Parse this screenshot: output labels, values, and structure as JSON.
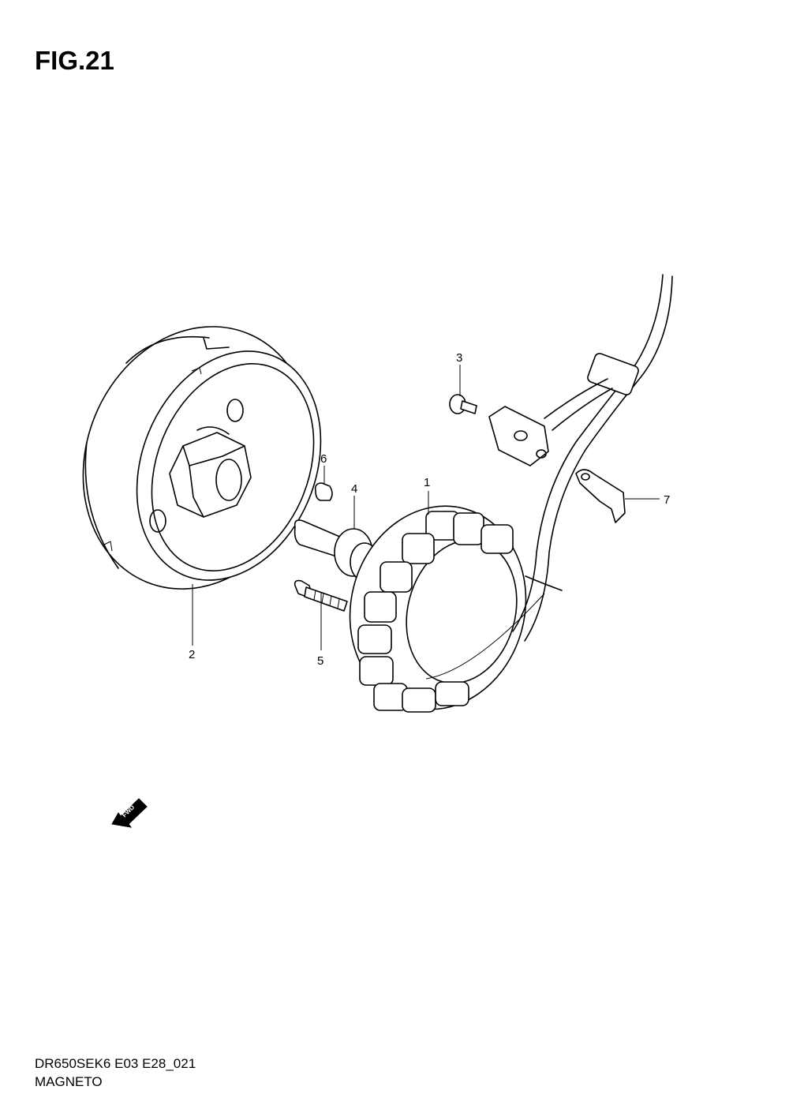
{
  "figure": {
    "title": "FIG.21"
  },
  "callouts": [
    {
      "id": "1",
      "label": "1"
    },
    {
      "id": "2",
      "label": "2"
    },
    {
      "id": "3",
      "label": "3"
    },
    {
      "id": "4",
      "label": "4"
    },
    {
      "id": "5",
      "label": "5"
    },
    {
      "id": "6",
      "label": "6"
    },
    {
      "id": "7",
      "label": "7"
    }
  ],
  "fwd_arrow": {
    "label": "FWD"
  },
  "footer": {
    "code": "DR650SEK6 E03 E28_021",
    "name": "MAGNETO"
  }
}
